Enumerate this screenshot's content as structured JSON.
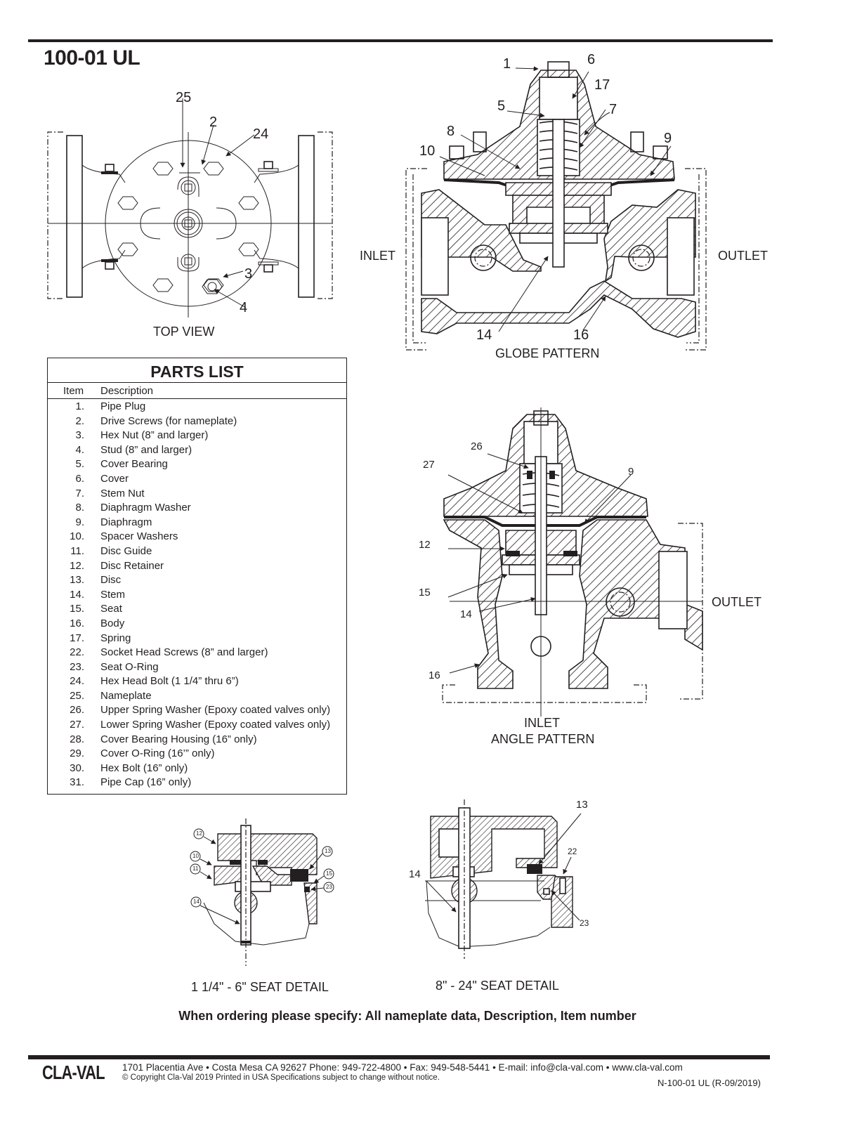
{
  "document": {
    "title": "100-01 UL"
  },
  "top_view": {
    "caption": "TOP VIEW",
    "callouts": [
      "25",
      "2",
      "24",
      "3",
      "4"
    ]
  },
  "globe_pattern": {
    "caption": "GLOBE PATTERN",
    "inlet_label": "INLET",
    "outlet_label": "OUTLET",
    "callouts": [
      "1",
      "6",
      "17",
      "5",
      "7",
      "8",
      "9",
      "10",
      "14",
      "16"
    ]
  },
  "angle_pattern": {
    "caption": "ANGLE PATTERN",
    "inlet_label": "INLET",
    "outlet_label": "OUTLET",
    "callouts": [
      "26",
      "27",
      "9",
      "12",
      "15",
      "14",
      "16"
    ]
  },
  "seat_detail_small": {
    "caption": "1 1/4\" - 6\" SEAT DETAIL",
    "callouts": [
      "12",
      "10",
      "11",
      "13",
      "15",
      "23",
      "14"
    ]
  },
  "seat_detail_large": {
    "caption": "8\" - 24\" SEAT DETAIL",
    "callouts": [
      "13",
      "22",
      "14",
      "23"
    ]
  },
  "parts_list": {
    "title": "PARTS LIST",
    "headers": {
      "item": "Item",
      "description": "Description"
    },
    "rows": [
      {
        "item": "1.",
        "description": "Pipe Plug"
      },
      {
        "item": "2.",
        "description": "Drive Screws (for nameplate)"
      },
      {
        "item": "3.",
        "description": "Hex Nut (8” and larger)"
      },
      {
        "item": "4.",
        "description": "Stud (8” and larger)"
      },
      {
        "item": "5.",
        "description": "Cover Bearing"
      },
      {
        "item": "6.",
        "description": "Cover"
      },
      {
        "item": "7.",
        "description": "Stem Nut"
      },
      {
        "item": "8.",
        "description": "Diaphragm Washer"
      },
      {
        "item": "9.",
        "description": "Diaphragm"
      },
      {
        "item": "10.",
        "description": "Spacer Washers"
      },
      {
        "item": "11.",
        "description": "Disc Guide"
      },
      {
        "item": "12.",
        "description": "Disc Retainer"
      },
      {
        "item": "13.",
        "description": "Disc"
      },
      {
        "item": "14.",
        "description": "Stem"
      },
      {
        "item": "15.",
        "description": "Seat"
      },
      {
        "item": "16.",
        "description": "Body"
      },
      {
        "item": "17.",
        "description": "Spring"
      },
      {
        "item": "22.",
        "description": "Socket Head Screws (8” and larger)"
      },
      {
        "item": "23.",
        "description": "Seat O-Ring"
      },
      {
        "item": "24.",
        "description": "Hex Head Bolt (1 1/4” thru 6”)"
      },
      {
        "item": "25.",
        "description": "Nameplate"
      },
      {
        "item": "26.",
        "description": "Upper Spring Washer (Epoxy coated valves only)"
      },
      {
        "item": "27.",
        "description": "Lower Spring Washer (Epoxy coated valves only)"
      },
      {
        "item": "28.",
        "description": "Cover Bearing Housing (16” only)"
      },
      {
        "item": "29.",
        "description": "Cover O-Ring (16’” only)"
      },
      {
        "item": "30.",
        "description": "Hex Bolt (16” only)"
      },
      {
        "item": "31.",
        "description": "Pipe Cap (16” only)"
      }
    ]
  },
  "ordering_note": "When ordering please specify:  All nameplate data, Description, Item number",
  "footer": {
    "logo": "CLA-VAL",
    "address": "1701 Placentia Ave • Costa Mesa CA 92627 Phone: 949-722-4800 • Fax: 949-548-5441 • E-mail: info@cla-val.com • www.cla-val.com",
    "copyright": "© Copyright Cla-Val 2019  Printed in USA   Specifications subject to change without notice.",
    "doc_number": "N-100-01 UL   (R-09/2019)"
  }
}
